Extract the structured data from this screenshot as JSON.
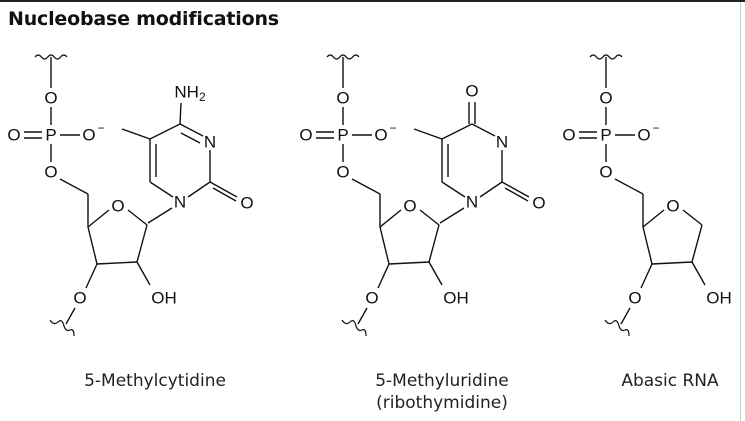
{
  "title": "Nucleobase modifications",
  "molecules": [
    {
      "name": "5-Methylcytidine",
      "caption": [
        "5-Methylcytidine"
      ],
      "base": "cytosine",
      "atoms": {
        "o5": "O",
        "p": "P",
        "op": "O",
        "om": "O",
        "charge": "−",
        "o3p": "O",
        "oring": "O",
        "o3": "O",
        "oh": "OH",
        "n1": "N",
        "n3": "N",
        "o2": "O",
        "c4sub": "NH",
        "c4sub_sub": "2"
      }
    },
    {
      "name": "5-Methyluridine",
      "caption": [
        "5-Methyluridine",
        "(ribothymidine)"
      ],
      "base": "uracil",
      "atoms": {
        "o5": "O",
        "p": "P",
        "op": "O",
        "om": "O",
        "charge": "−",
        "o3p": "O",
        "oring": "O",
        "o3": "O",
        "oh": "OH",
        "n1": "N",
        "n3": "N",
        "o2": "O",
        "c4sub": "O"
      }
    },
    {
      "name": "Abasic RNA",
      "caption": [
        "Abasic RNA"
      ],
      "base": "none",
      "atoms": {
        "o5": "O",
        "p": "P",
        "op": "O",
        "om": "O",
        "charge": "−",
        "o3p": "O",
        "oring": "O",
        "o3": "O",
        "oh": "OH"
      }
    }
  ]
}
